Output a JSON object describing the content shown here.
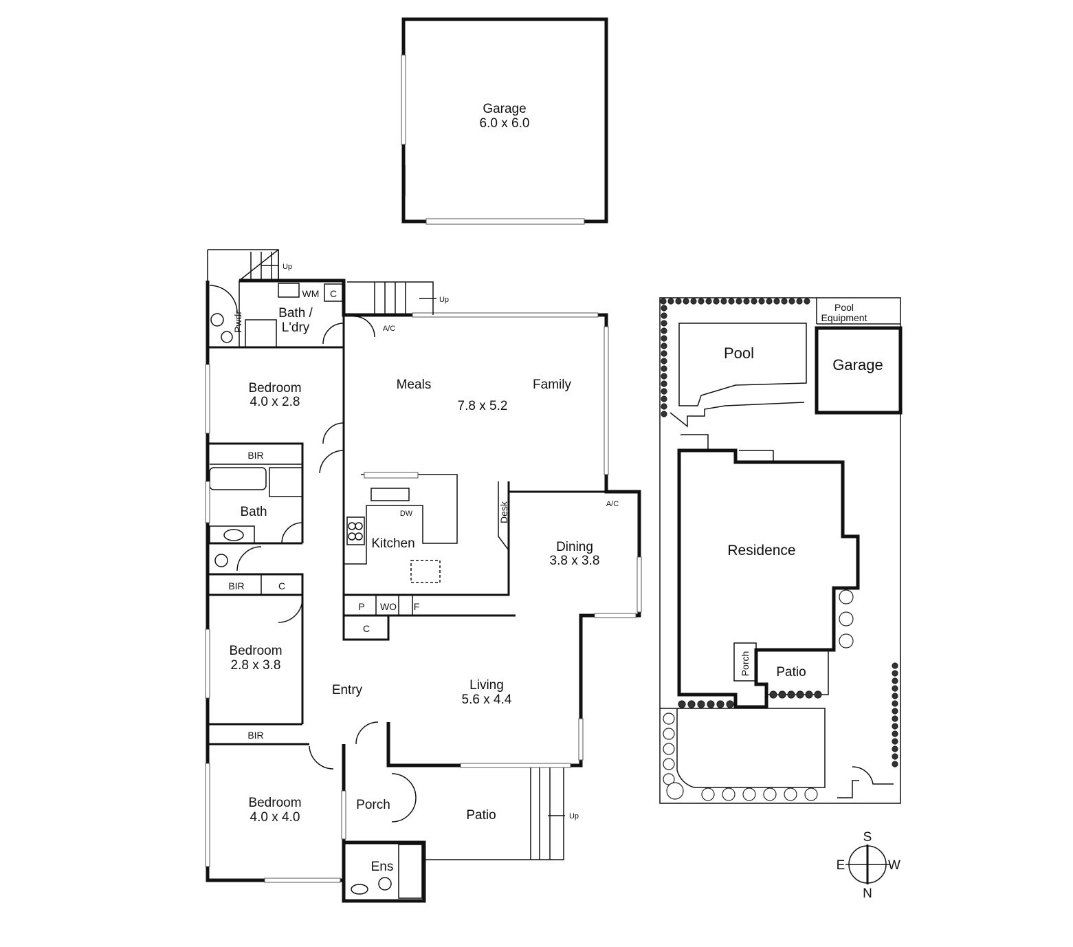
{
  "garage": {
    "name": "Garage",
    "size": "6.0 x 6.0"
  },
  "house": {
    "rooms": [
      {
        "name": "Bath /",
        "name2": "L'dry"
      },
      {
        "name": "Pwdr"
      },
      {
        "name": "WM"
      },
      {
        "name": "C"
      },
      {
        "name": "Bedroom",
        "size": "4.0 x 2.8"
      },
      {
        "name": "BIR"
      },
      {
        "name": "Bath"
      },
      {
        "name": "BIR"
      },
      {
        "name": "C"
      },
      {
        "name": "Bedroom",
        "size": "2.8 x 3.8"
      },
      {
        "name": "BIR"
      },
      {
        "name": "Bedroom",
        "size": "4.0 x 4.0"
      },
      {
        "name": "Meals"
      },
      {
        "name": "Family"
      },
      {
        "name": "7.8 x 5.2"
      },
      {
        "name": "Kitchen"
      },
      {
        "name": "DW"
      },
      {
        "name": "Desk"
      },
      {
        "name": "Dining",
        "size": "3.8 x 3.8"
      },
      {
        "name": "P"
      },
      {
        "name": "WO"
      },
      {
        "name": "F"
      },
      {
        "name": "C"
      },
      {
        "name": "Entry"
      },
      {
        "name": "Living",
        "size": "5.6 x 4.4"
      },
      {
        "name": "Porch"
      },
      {
        "name": "Patio"
      },
      {
        "name": "Ens"
      },
      {
        "name": "A/C"
      },
      {
        "name": "A/C"
      }
    ],
    "stairs": [
      "Up",
      "Up",
      "Up"
    ]
  },
  "site": {
    "pool_equipment": [
      "Pool",
      "Equipment"
    ],
    "pool": "Pool",
    "garage": "Garage",
    "residence": "Residence",
    "porch": "Porch",
    "patio": "Patio"
  },
  "compass": {
    "s": "S",
    "e": "E",
    "w": "W",
    "n": "N"
  }
}
